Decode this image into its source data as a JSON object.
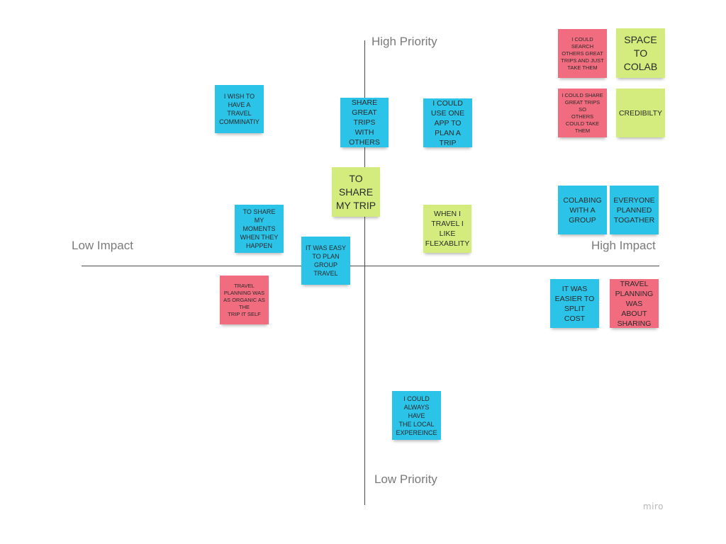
{
  "axes": {
    "top": "High Priority",
    "bottom": "Low Priority",
    "left": "Low Impact",
    "right": "High Impact"
  },
  "watermark": "miro",
  "colors": {
    "blue": "#2bc3e8",
    "pink": "#f16c7f",
    "green": "#d4ec7d"
  },
  "stickies": {
    "wish_community": "I WISH TO\nHAVE A\nTRAVEL\nCOMMINATIY",
    "share_great_trips": "SHARE\nGREAT\nTRIPS WITH\nOTHERS",
    "one_app": "I COULD\nUSE ONE\nAPP TO\nPLAN A TRIP",
    "search_trips": "I COULD\nSEARCH\nOTHERS GREAT\nTRIPS AND JUST\nTAKE THEM",
    "space_to_colab": "SPACE\nTO\nCOLAB",
    "share_great_trips_others": "I COULD SHARE\nGREAT TRIPS SO\nOTHERS\nCOULD TAKE\nTHEM",
    "credibility": "CREDIBILTY",
    "to_share_my_trip": "TO\nSHARE\nMY TRIP",
    "share_moments": "TO SHARE MY\nMOMENTS\nWHEN THEY\nHAPPEN",
    "easy_group_travel": "IT WAS EASY\nTO PLAN\nGROUP\nTRAVEL",
    "flexibility": "WHEN I\nTRAVEL I\nLIKE\nFLEXABLITY",
    "colabing_group": "COLABING\nWITH A\nGROUP",
    "everyone_planned": "EVERYONE\nPLANNED\nTOGATHER",
    "organic_planning": "TRAVEL\nPLANNING WAS\nAS ORGANIC AS\nTHE\nTRIP IT SELF",
    "split_cost": "IT WAS\nEASIER TO\nSPLIT COST",
    "planning_sharing": "TRAVEL\nPLANNING\nWAS ABOUT\nSHARING",
    "local_experience": "I COULD\nALWAYS HAVE\nTHE LOCAL\nEXPEREINCE"
  }
}
